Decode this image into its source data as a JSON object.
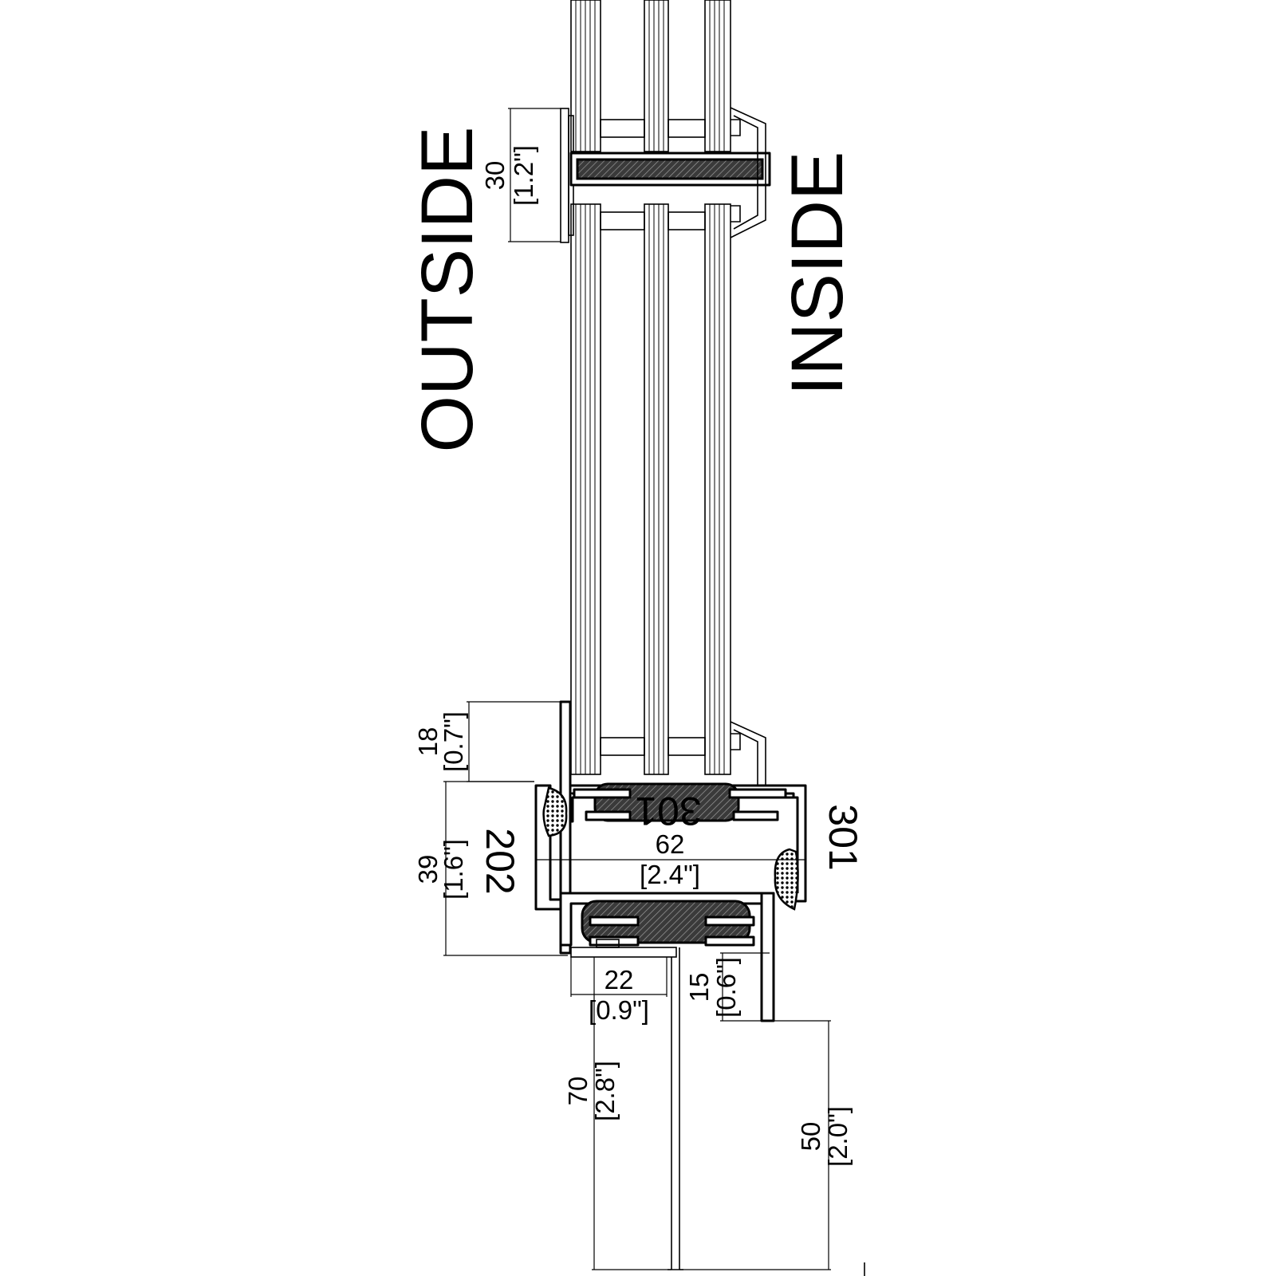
{
  "labels": {
    "outside": "OUTSIDE",
    "inside": "INSIDE",
    "part_202": "202",
    "part_301": "301",
    "part_301_insert": "301"
  },
  "dimensions": [
    {
      "mm": "30",
      "inch": "[1.2\"]"
    },
    {
      "mm": "18",
      "inch": "[0.7\"]"
    },
    {
      "mm": "39",
      "inch": "[1.6\"]"
    },
    {
      "mm": "62",
      "inch": "[2.4\"]"
    },
    {
      "mm": "22",
      "inch": "[0.9\"]"
    },
    {
      "mm": "15",
      "inch": "[0.6\"]"
    },
    {
      "mm": "70",
      "inch": "[2.8\"]"
    },
    {
      "mm": "50",
      "inch": "[2.0\"]"
    }
  ]
}
